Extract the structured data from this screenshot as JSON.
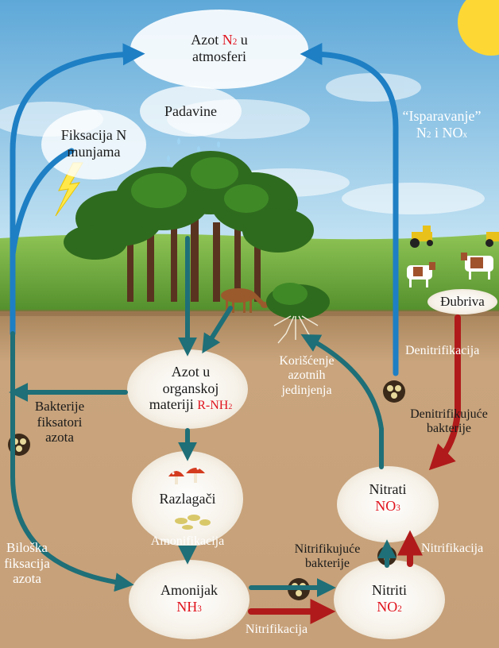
{
  "atmosphere": {
    "azot_prefix": "Azot ",
    "azot_formula_main": "N",
    "azot_formula_sub": "2",
    "azot_suffix": " u",
    "azot_line2": "atmosferi",
    "padavine": "Padavine",
    "fiksacija_line1": "Fiksacija N",
    "fiksacija_line2": "munjama",
    "isparavanje_line1": "“Isparavanje”",
    "isparavanje_n": "N",
    "isparavanje_n_sub": "2",
    "isparavanje_mid": " i NO",
    "isparavanje_x": "x"
  },
  "surface": {
    "djubriva": "Đubriva"
  },
  "soil": {
    "organic_line1": "Azot u",
    "organic_line2": "organskoj",
    "organic_line3": "materiji",
    "organic_formula_main": "R-NH",
    "organic_formula_sub": "2",
    "koriscenje_line1": "Korišćenje",
    "koriscenje_line2": "azotnih",
    "koriscenje_line3": "jedinjenja",
    "denitrifikacija": "Denitrifikacija",
    "denitrifikujuce_line1": "Denitrifikujuće",
    "denitrifikujuce_line2": "bakterije",
    "bakterije_line1": "Bakterije",
    "bakterije_line2": "fiksatori",
    "bakterije_line3": "azota",
    "razlagaci": "Razlagači",
    "amonifikacija": "Amonifikacija",
    "nitrati": "Nitrati",
    "nitrati_formula_main": "NO",
    "nitrati_formula_sub": "3",
    "biloska_line1": "Biloška",
    "biloska_line2": "fiksacija",
    "biloska_line3": "azota",
    "nitrifikujuce_line1": "Nitrifikujuće",
    "nitrifikujuce_line2": "bakterije",
    "nitrifikacija_right": "Nitrifikacija",
    "amonijak": "Amonijak",
    "amonijak_formula_main": "NH",
    "amonijak_formula_sub": "3",
    "nitriti": "Nitriti",
    "nitriti_formula_main": "NO",
    "nitriti_formula_sub": "2",
    "nitrifikacija_bottom": "Nitrifikacija"
  },
  "colors": {
    "sky_top": "#5ea8d8",
    "sky_bottom": "#bfe0f2",
    "grass": "#6aa73a",
    "soil": "#c9a47c",
    "blue_arrow": "#1e7fc4",
    "teal_arrow": "#1e6f77",
    "red_arrow": "#b01a1a",
    "sun": "#fdd835",
    "formula_red": "#e0141e"
  }
}
